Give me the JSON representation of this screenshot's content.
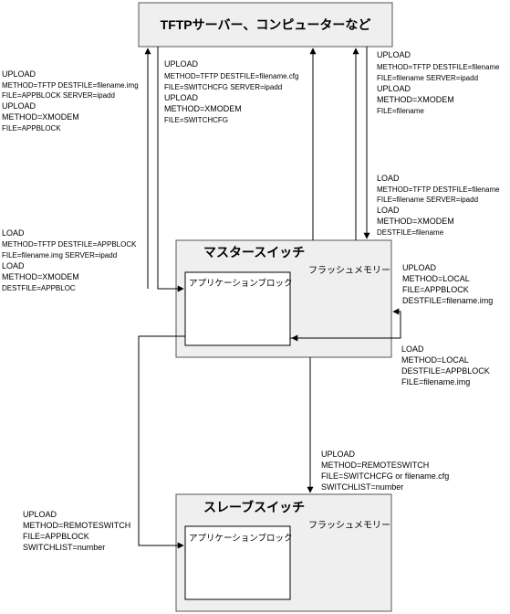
{
  "boxes": {
    "tftp_server": {
      "title": "TFTPサーバー、コンピューターなど"
    },
    "master_switch": {
      "title": "マスタースイッチ",
      "memory": "フラッシュメモリー",
      "app_block": "アプリケーションブロック"
    },
    "slave_switch": {
      "title": "スレーブスイッチ",
      "memory": "フラッシュメモリー",
      "app_block": "アプリケーションブロック"
    }
  },
  "labels": {
    "left_upload": [
      "UPLOAD",
      "METHOD=TFTP DESTFILE=filename.img",
      "FILE=APPBLOCK SERVER=ipadd",
      "UPLOAD",
      "METHOD=XMODEM",
      "FILE=APPBLOCK"
    ],
    "center_upload": [
      "UPLOAD",
      "METHOD=TFTP DESTFILE=filename.cfg",
      "FILE=SWITCHCFG SERVER=ipadd",
      "UPLOAD",
      "METHOD=XMODEM",
      "FILE=SWITCHCFG"
    ],
    "right_upload": [
      "UPLOAD",
      "METHOD=TFTP DESTFILE=filename",
      "FILE=filename SERVER=ipadd",
      "UPLOAD",
      "METHOD=XMODEM",
      "FILE=filename"
    ],
    "right_load": [
      "LOAD",
      "METHOD=TFTP DESTFILE=filename",
      "FILE=filename SERVER=ipadd",
      "LOAD",
      "METHOD=XMODEM",
      "DESTFILE=filename"
    ],
    "left_load": [
      "LOAD",
      "METHOD=TFTP DESTFILE=APPBLOCK",
      "FILE=filename.img SERVER=ipadd",
      "LOAD",
      "METHOD=XMODEM",
      "DESTFILE=APPBLOC"
    ],
    "local_upload": [
      "UPLOAD",
      "METHOD=LOCAL",
      "FILE=APPBLOCK",
      "DESTFILE=filename.img"
    ],
    "local_load": [
      "LOAD",
      "METHOD=LOCAL",
      "DESTFILE=APPBLOCK",
      "FILE=filename.img"
    ],
    "remote_cfg_upload": [
      "UPLOAD",
      "METHOD=REMOTESWITCH",
      "FILE=SWITCHCFG or filename.cfg",
      "SWITCHLIST=number"
    ],
    "remote_app_upload": [
      "UPLOAD",
      "METHOD=REMOTESWITCH",
      "FILE=APPBLOCK",
      "SWITCHLIST=number"
    ]
  }
}
